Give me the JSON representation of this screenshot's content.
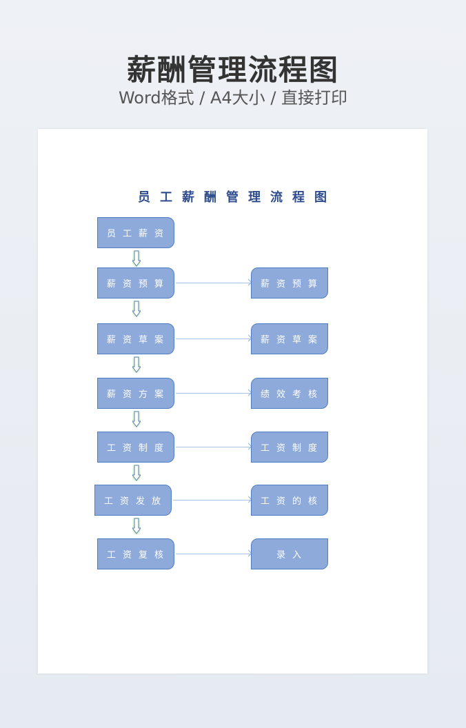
{
  "header": {
    "title": "薪酬管理流程图",
    "subtitle": "Word格式 / A4大小 / 直接打印"
  },
  "document": {
    "title": "员工薪酬管理流程图",
    "left": [
      "员工薪资",
      "薪资预算",
      "薪资草案",
      "薪资方案",
      "工资制度",
      "工资发放",
      "工资复核"
    ],
    "right": [
      "薪资预算",
      "薪资草案",
      "绩效考核",
      "工资制度",
      "工资的核",
      "录入"
    ]
  }
}
